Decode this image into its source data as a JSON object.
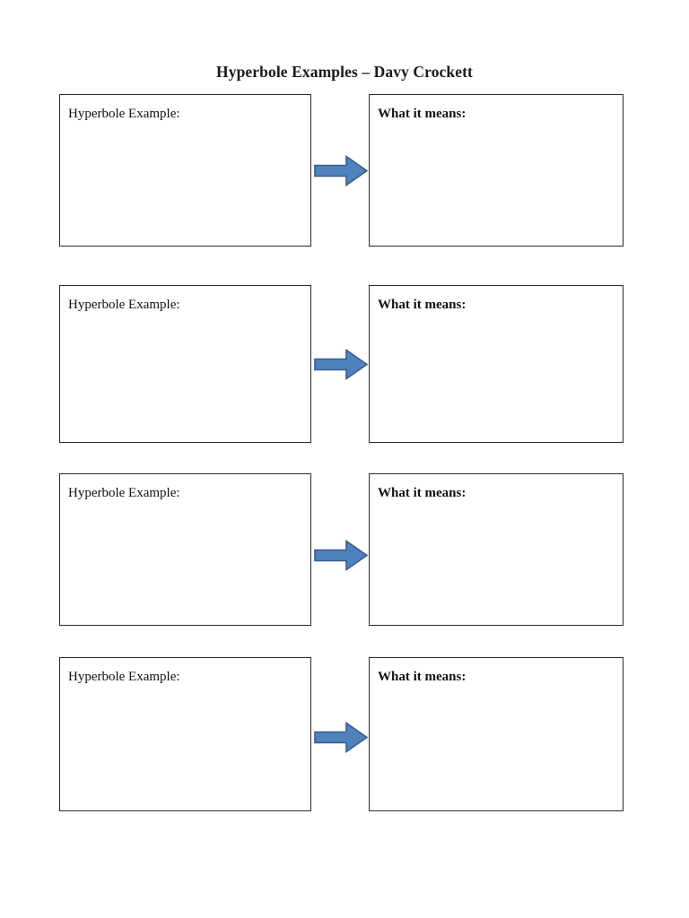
{
  "document": {
    "title": "Hyperbole Examples – Davy Crockett",
    "page_background": "#ffffff",
    "text_color": "#000000",
    "border_color": "#2b2b2b"
  },
  "arrow": {
    "icon_name": "right-block-arrow-icon",
    "fill_color": "#4F81BD",
    "outline_color": "#385D8A"
  },
  "rows": [
    {
      "left_label": "Hyperbole Example:",
      "right_label": "What it means:"
    },
    {
      "left_label": "Hyperbole Example:",
      "right_label": "What it means:"
    },
    {
      "left_label": "Hyperbole Example:",
      "right_label": "What it means:"
    },
    {
      "left_label": "Hyperbole Example:",
      "right_label": "What it means:"
    }
  ]
}
